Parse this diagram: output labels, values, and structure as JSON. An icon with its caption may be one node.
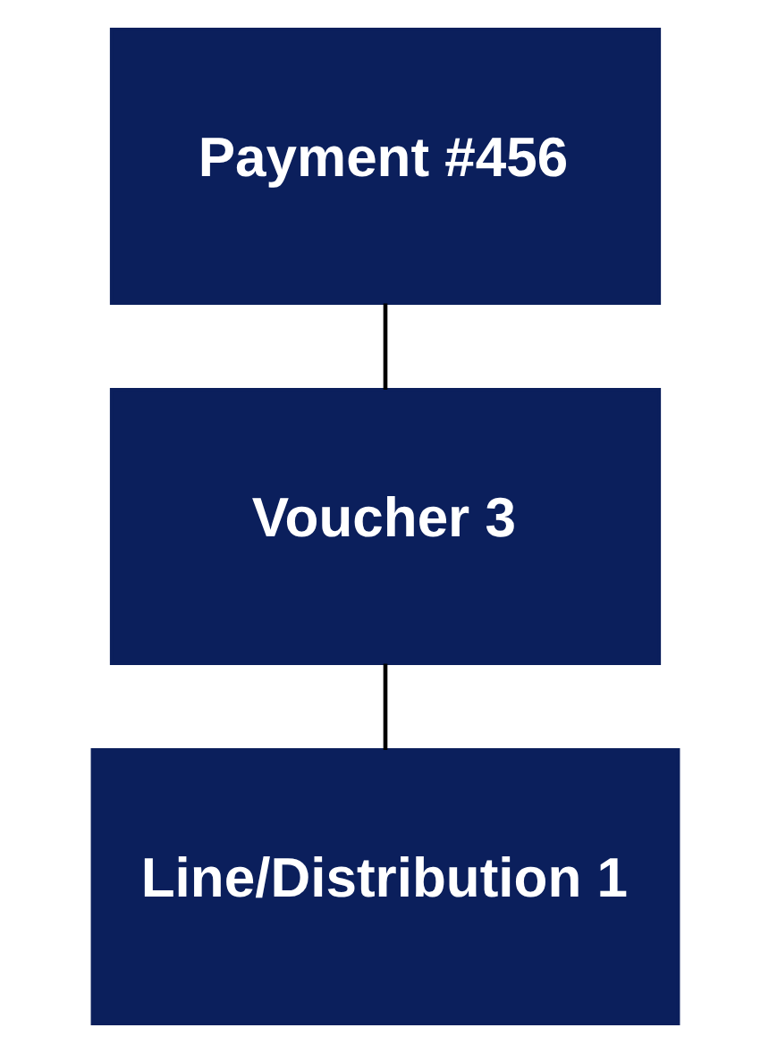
{
  "diagram": {
    "nodes": [
      {
        "text": [
          "Payment #456"
        ]
      },
      {
        "text": [
          "Voucher 3"
        ]
      },
      {
        "text": [
          "Line/Distribution 1"
        ]
      }
    ],
    "edges": [
      {
        "from": 0,
        "to": 1,
        "arrow": "none"
      },
      {
        "from": 1,
        "to": 2,
        "arrow": "none"
      }
    ]
  }
}
